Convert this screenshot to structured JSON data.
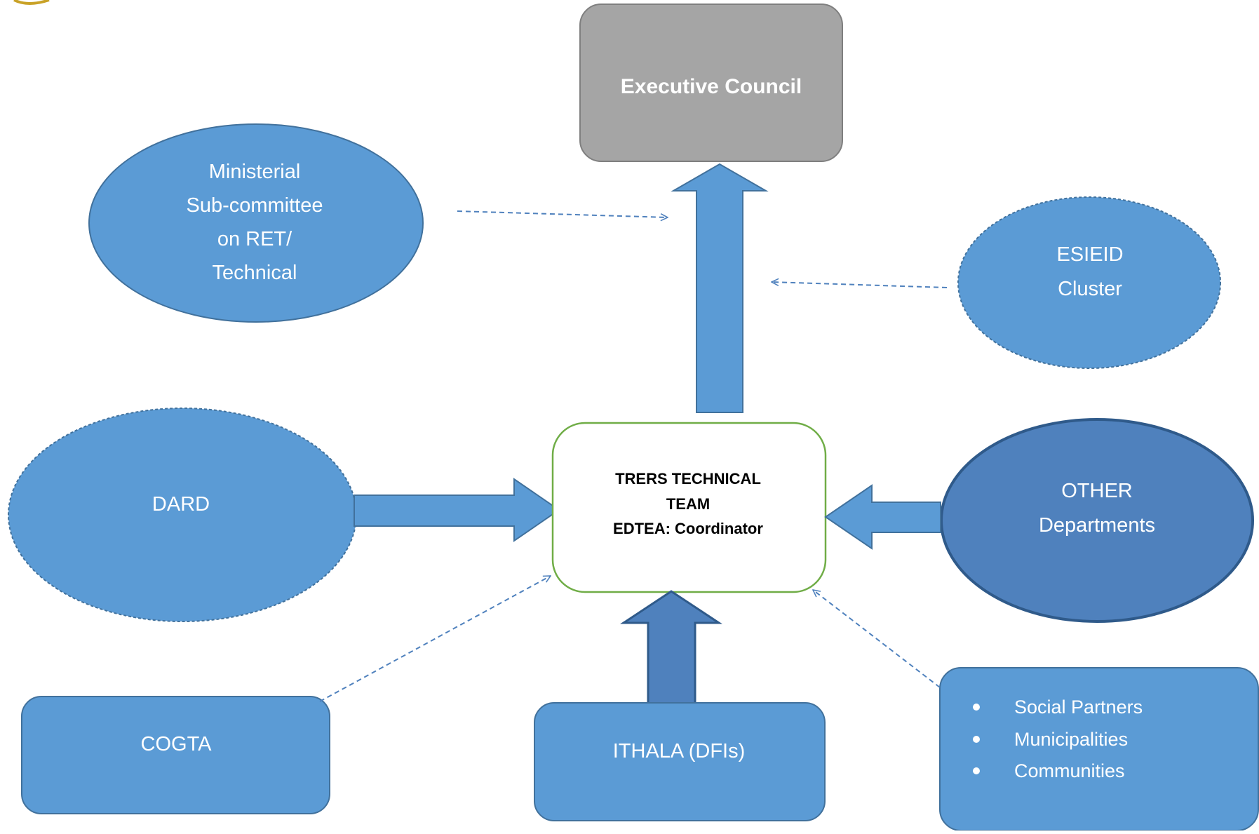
{
  "colors": {
    "blue": "#5B9BD5",
    "blue_dark": "#4F81BD",
    "blue_border": "#41719C",
    "grey": "#A5A5A5",
    "grey_border": "#7F7F7F",
    "green_border": "#70AD47",
    "white": "#FFFFFF",
    "black": "#000000"
  },
  "nodes": {
    "executive_council": {
      "label": "Executive Council"
    },
    "ministerial": {
      "lines": [
        "Ministerial",
        "Sub-committee",
        "on RET/",
        "Technical"
      ]
    },
    "esieid": {
      "lines": [
        "ESIEID",
        "Cluster"
      ]
    },
    "dard": {
      "label": "DARD"
    },
    "trers": {
      "lines": [
        "TRERS TECHNICAL",
        "TEAM",
        "EDTEA: Coordinator"
      ]
    },
    "other": {
      "lines": [
        "OTHER",
        "Departments"
      ]
    },
    "cogta": {
      "label": "COGTA"
    },
    "ithala": {
      "label": "ITHALA (DFIs)"
    },
    "partners": {
      "items": [
        "Social Partners",
        "Municipalities",
        "Communities"
      ]
    }
  }
}
